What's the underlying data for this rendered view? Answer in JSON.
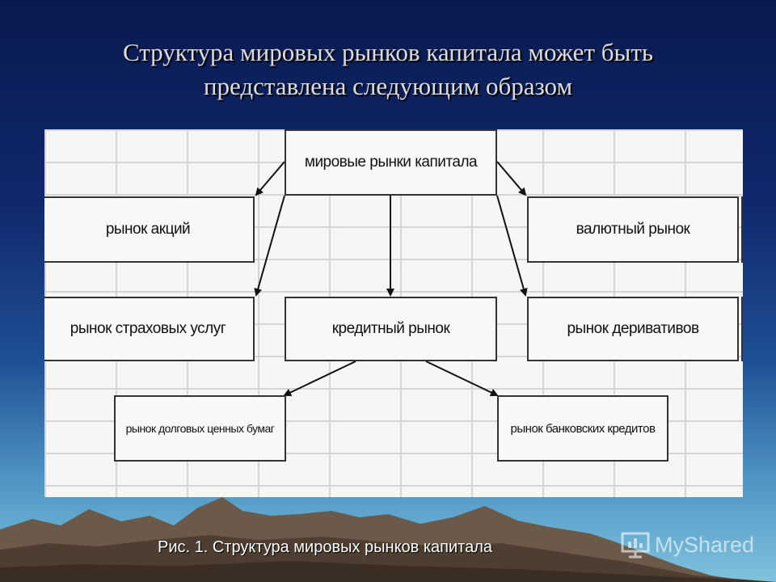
{
  "slide": {
    "title_lines": [
      "Структура мировых рынков капитала может быть",
      "представлена следующим образом"
    ],
    "caption": "Рис. 1. Структура мировых рынков капитала"
  },
  "diagram": {
    "nodes": {
      "root": "мировые рынки капитала",
      "stocks": "рынок акций",
      "currency": "валютный рынок",
      "insurance": "рынок страховых услуг",
      "credit": "кредитный рынок",
      "derivatives": "рынок деривативов",
      "debt_securities": "рынок долговых ценных бумаг",
      "bank_credits": "рынок банковских кредитов"
    },
    "edges": [
      {
        "from": "root",
        "to": "stocks"
      },
      {
        "from": "root",
        "to": "currency"
      },
      {
        "from": "root",
        "to": "insurance"
      },
      {
        "from": "root",
        "to": "credit"
      },
      {
        "from": "root",
        "to": "derivatives"
      },
      {
        "from": "credit",
        "to": "debt_securities"
      },
      {
        "from": "credit",
        "to": "bank_credits"
      }
    ]
  },
  "watermark": {
    "logo": "MyShared",
    "icon": "presentation-board-icon"
  },
  "colors": {
    "sky_top": "#0a1a4e",
    "sky_bottom": "#7fc3dd",
    "panel": "#f6f6f6",
    "grid": "#d4d4d4",
    "mountains": "#6b5a49"
  }
}
